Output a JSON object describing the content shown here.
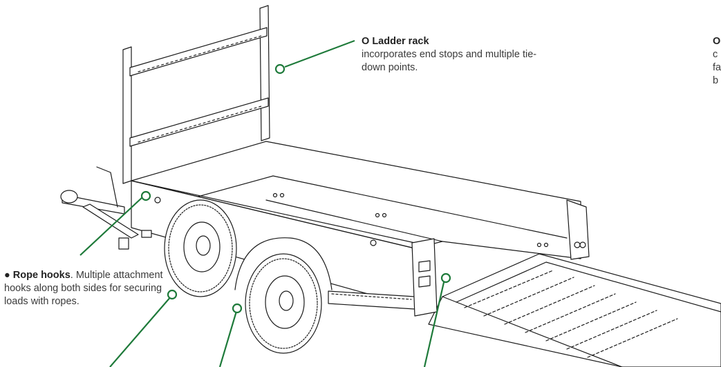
{
  "callouts": {
    "ladder_rack": {
      "marker": "O",
      "title": "Ladder rack",
      "description": "incorporates end stops and multiple tie-down points."
    },
    "rope_hooks": {
      "marker": "●",
      "title": "Rope hooks",
      "description": ". Multiple attachment hooks along both sides for securing loads with ropes."
    },
    "cut_off_right": {
      "marker": "O",
      "line1": "c",
      "line2": "fa",
      "line3": "b"
    }
  },
  "colors": {
    "leader": "#1e7a3a",
    "line_art": "#1a1a1a",
    "background": "#ffffff"
  }
}
